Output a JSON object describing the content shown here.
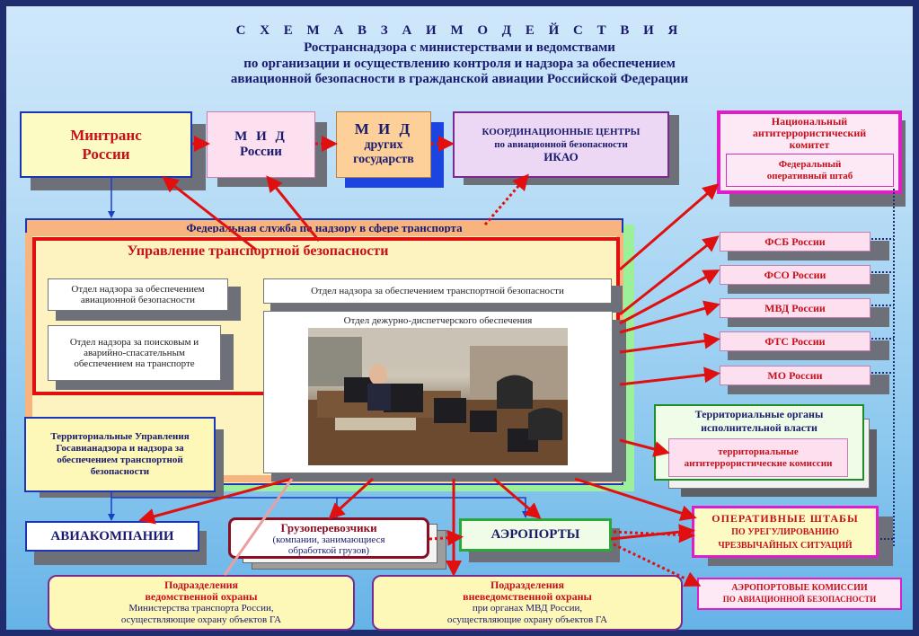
{
  "header": {
    "line1": "С Х Е М А    В З А И М О Д Е Й С Т В И Я",
    "line2": "Ространснадзора  с  министерствами и ведомствами",
    "line3": "по  организации  и  осуществлению  контроля  и  надзора  за  обеспечением",
    "line4": "авиационной безопасности  в гражданской авиации Российской Федерации"
  },
  "top": {
    "mintrans": "Минтранс России",
    "mid_ru_1": "М И Д",
    "mid_ru_2": "России",
    "mid_other_1": "М И Д",
    "mid_other_2": "других государств",
    "coord_1": "КООРДИНАЦИОННЫЕ  ЦЕНТРЫ",
    "coord_2": "по авиационной безопасности",
    "coord_3": "ИКАО"
  },
  "nak": {
    "title": "Национальный антитеррористический комитет",
    "sub": "Федеральный оперативный штаб"
  },
  "federal_service": "Федеральная   служба   по  надзору   в  сфере  транспорта",
  "utb": {
    "title": "Управление  транспортной безопасности",
    "dept_aviation": "Отдел  надзора за обеспечением авиационной безопасности",
    "dept_search": "Отдел надзора за поисковым и аварийно-спасательным обеспечением на транспорте",
    "dept_transport": "Отдел надзора за обеспечением транспортной безопасности",
    "dept_duty": "Отдел дежурно-диспетчерского обеспечения"
  },
  "agencies": [
    "ФСБ России",
    "ФСО России",
    "МВД России",
    "ФТС России",
    "МО России"
  ],
  "territorial_gov": {
    "title": "Территориальные органы исполнительной власти",
    "sub": "территориальные антитеррористические комиссии"
  },
  "territorial_mgmt": "Территориальные Управления Госавианадзора и надзора за обеспечением транспортной безопасности",
  "airlines": "АВИАКОМПАНИИ",
  "cargo": {
    "title": "Грузоперевозчики",
    "sub": "(компании, занимающиеся обработкой грузов)"
  },
  "airports": "АЭРОПОРТЫ",
  "op_hq": {
    "title": "ОПЕРАТИВНЫЕ  ШТАБЫ",
    "sub1": "ПО  УРЕГУЛИРОВАНИЮ",
    "sub2": "ЧРЕЗВЫЧАЙНЫХ  СИТУАЦИЙ"
  },
  "guard_dept": {
    "title1": "Подразделения",
    "title2": "ведомственной  охраны",
    "sub1": "Министерства транспорта России,",
    "sub2": "осуществляющие охрану объектов ГА"
  },
  "guard_nondept": {
    "title1": "Подразделения",
    "title2": "вневедомственной  охраны",
    "sub1": "при органах МВД России,",
    "sub2": "осуществляющие охрану объектов ГА"
  },
  "airport_comm": {
    "title": "АЭРОПОРТОВЫЕ КОМИССИИ",
    "sub": "ПО  АВИАЦИОННОЙ БЕЗОПАСНОСТИ"
  },
  "colors": {
    "red_arrow": "#e01010",
    "blue_line": "#1840c8",
    "navy_frame": "#1f2d6e"
  }
}
